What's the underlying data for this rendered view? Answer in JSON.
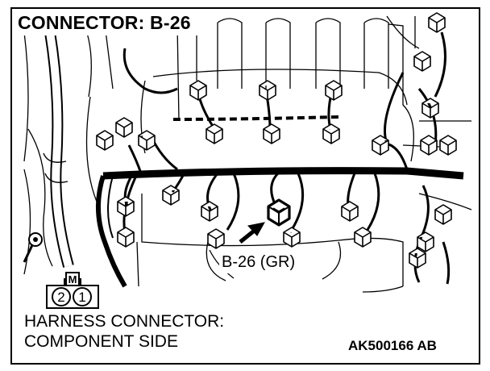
{
  "header": {
    "title": "CONNECTOR: B-26"
  },
  "callout": {
    "label": "B-26 (GR)"
  },
  "connector_symbol": {
    "key_letter": "M",
    "pins": [
      "2",
      "1"
    ]
  },
  "caption": {
    "line1": "HARNESS CONNECTOR:",
    "line2": "COMPONENT SIDE"
  },
  "figure": {
    "code": "AK500166 AB"
  },
  "colors": {
    "line": "#000000",
    "background": "#ffffff"
  }
}
